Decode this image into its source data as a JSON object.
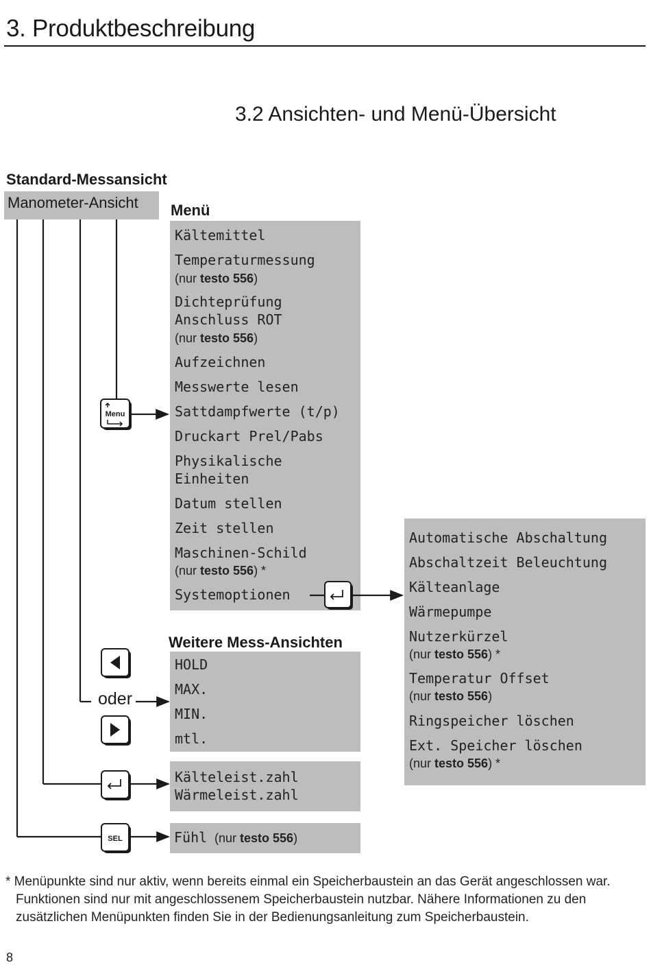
{
  "header": {
    "chapter_title": "3. Produktbeschreibung",
    "section_title": "3.2 Ansichten- und Menü-Übersicht"
  },
  "standard": {
    "title": "Standard-Messansicht",
    "view_label": "Manometer-Ansicht"
  },
  "menu": {
    "title": "Menü",
    "items": [
      {
        "lcd": "Kältemittel"
      },
      {
        "lcd": "Temperaturmessung",
        "note_pre": "(nur ",
        "note_bold": "testo 556",
        "note_post": ")"
      },
      {
        "lcd": "Dichteprüfung",
        "lcd2": "Anschluss ROT",
        "note_pre": "(nur ",
        "note_bold": "testo 556",
        "note_post": ")"
      },
      {
        "lcd": "Aufzeichnen"
      },
      {
        "lcd": "Messwerte lesen"
      },
      {
        "lcd": "Sattdampfwerte (t/p)"
      },
      {
        "lcd": "Druckart Prel/Pabs"
      },
      {
        "lcd": "Physikalische",
        "lcd2": "Einheiten"
      },
      {
        "lcd": "Datum stellen"
      },
      {
        "lcd": "Zeit stellen"
      },
      {
        "lcd": "Maschinen-Schild",
        "note_pre": "(nur ",
        "note_bold": "testo 556",
        "note_post": ") *"
      },
      {
        "lcd": "Systemoptionen"
      }
    ]
  },
  "system_options": {
    "items": [
      {
        "lcd": "Automatische Abschaltung"
      },
      {
        "lcd": "Abschaltzeit Beleuchtung"
      },
      {
        "lcd": "Kälteanlage"
      },
      {
        "lcd": "Wärmepumpe"
      },
      {
        "lcd": "Nutzerkürzel",
        "note_pre": "(nur ",
        "note_bold": "testo 556",
        "note_post": ") *"
      },
      {
        "lcd": "Temperatur Offset",
        "note_pre": "(nur ",
        "note_bold": "testo 556",
        "note_post": ")"
      },
      {
        "lcd": "Ringspeicher löschen"
      },
      {
        "lcd": "Ext. Speicher löschen",
        "note_pre": "(nur ",
        "note_bold": "testo 556",
        "note_post": ") *"
      }
    ]
  },
  "further_views": {
    "title": "Weitere Mess-Ansichten",
    "items": [
      "HOLD",
      "MAX.",
      "MIN.",
      "mtl."
    ]
  },
  "performance": {
    "items": [
      "Kälteleist.zahl",
      "Wärmeleist.zahl"
    ]
  },
  "sensor": {
    "lcd": "Fühl",
    "note_pre": "(nur ",
    "note_bold": "testo 556",
    "note_post": ")"
  },
  "keys": {
    "menu_key": "Menu",
    "sel_key": "SEL",
    "or_label": "oder",
    "left_key_icon": "arrow-left-key-icon",
    "right_key_icon": "arrow-right-key-icon",
    "enter_key_icon": "enter-key-icon"
  },
  "footnote": {
    "line1": "* Menüpunkte sind nur aktiv, wenn bereits einmal ein Speicherbaustein an das Gerät angeschlossen war.",
    "line2": "Funktionen sind nur mit angeschlossenem Speicherbaustein nutzbar. Nähere Informationen zu den",
    "line3": "zusätzlichen Menüpunkten finden Sie in der Bedienungsanleitung zum Speicherbaustein."
  },
  "page_number": "8"
}
